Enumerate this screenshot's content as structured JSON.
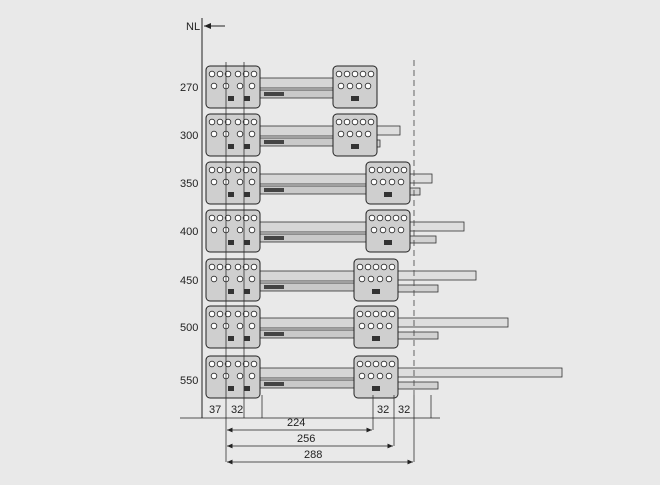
{
  "diagram": {
    "nl_label": "NL",
    "lengths": [
      "270",
      "300",
      "350",
      "400",
      "450",
      "500",
      "550"
    ],
    "bottom_dims": [
      "37",
      "32",
      "32",
      "32"
    ],
    "span_dims": [
      "224",
      "256",
      "288"
    ]
  }
}
